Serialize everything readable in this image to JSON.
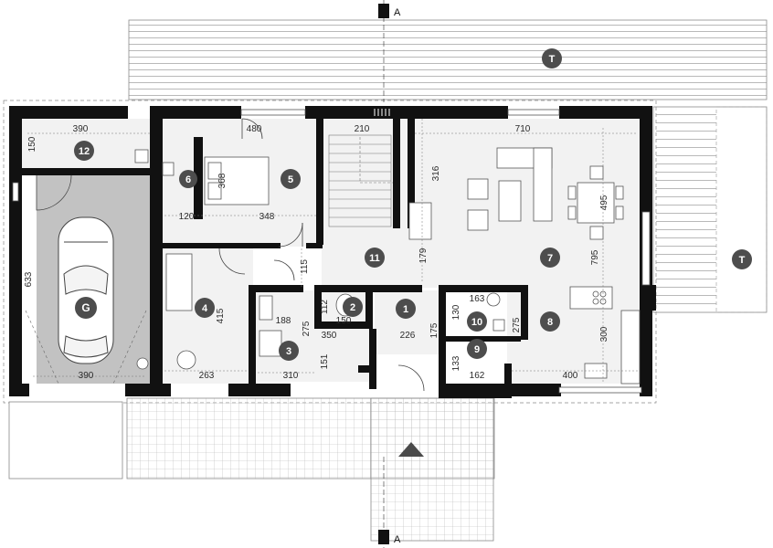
{
  "plan": {
    "section_marker": "A",
    "terrace_label": "T",
    "garage_label": "G",
    "rooms": {
      "r1": "1",
      "r2": "2",
      "r3": "3",
      "r4": "4",
      "r5": "5",
      "r6": "6",
      "r7": "7",
      "r8": "8",
      "r9": "9",
      "r10": "10",
      "r11": "11",
      "r12": "12"
    },
    "dimensions": {
      "d390_top": "390",
      "d150": "150",
      "d480": "480",
      "d210": "210",
      "d710": "710",
      "d316": "316",
      "d368": "368",
      "d120": "120",
      "d348": "348",
      "d495": "495",
      "d795": "795",
      "d179": "179",
      "d115": "115",
      "d633": "633",
      "d415": "415",
      "d188": "188",
      "d112": "112",
      "d150_wc": "150",
      "d130": "130",
      "d163": "163",
      "d275_r": "275",
      "d350": "350",
      "d275_l": "275",
      "d226": "226",
      "d175": "175",
      "d300": "300",
      "d133": "133",
      "d151": "151",
      "d390_bot": "390",
      "d263": "263",
      "d310": "310",
      "d162": "162",
      "d400": "400"
    }
  }
}
